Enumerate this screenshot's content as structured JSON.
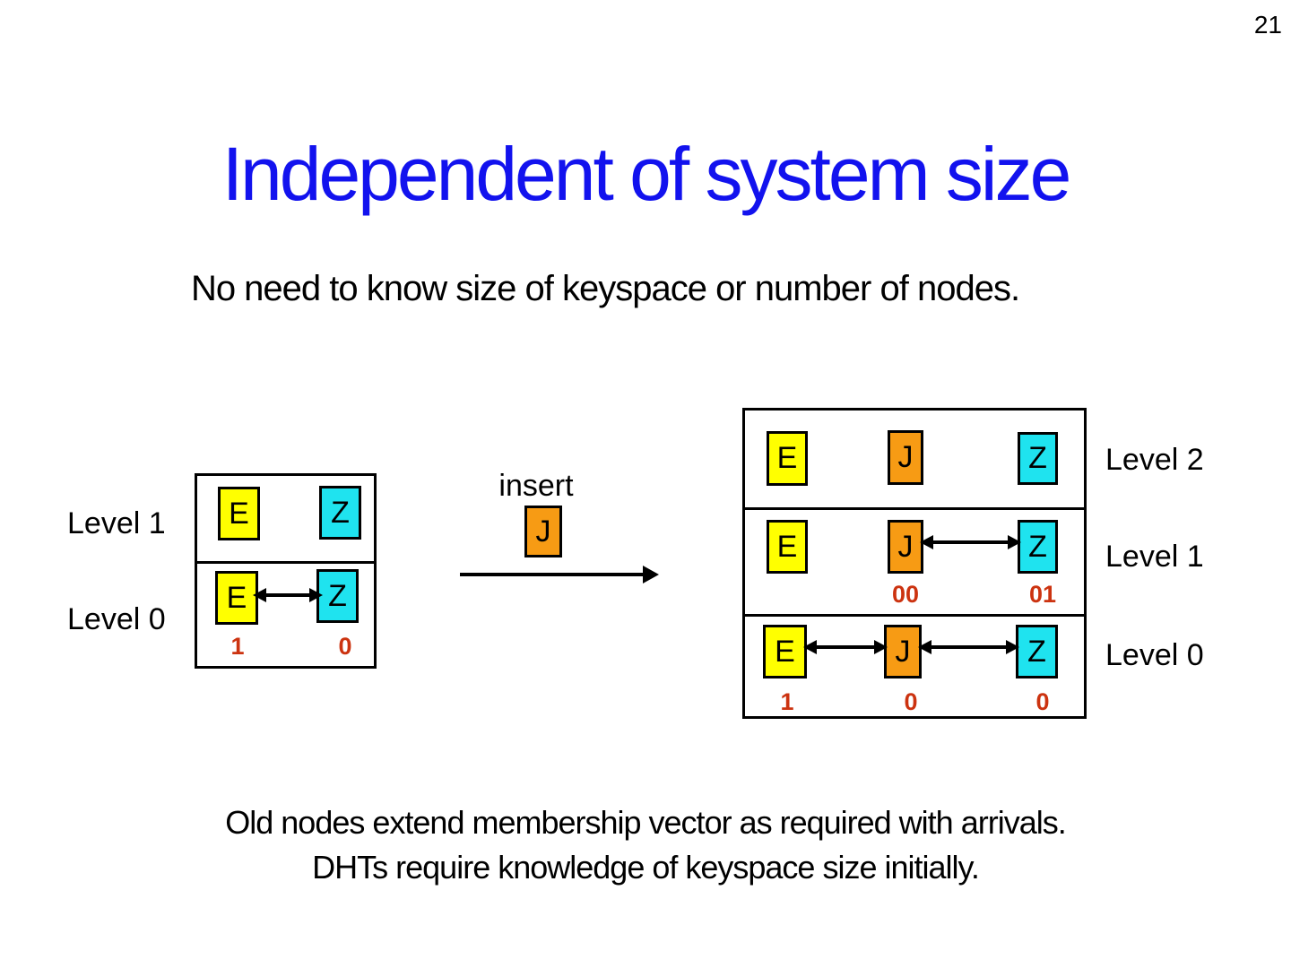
{
  "page": {
    "number": "21"
  },
  "title": "Independent of system size",
  "subtitle": "No need to know size of keyspace or number of nodes.",
  "colors": {
    "title": "#1212EE",
    "node_e": "#FFFF00",
    "node_j": "#F79B14",
    "node_z": "#1FE3EF",
    "digit": "#CC3310"
  },
  "insert": {
    "label": "insert",
    "node": "J"
  },
  "left_diagram": {
    "side_labels": [
      "Level 1",
      "Level 0"
    ],
    "rows": [
      {
        "nodes": [
          "E",
          "Z"
        ]
      },
      {
        "nodes": [
          "E",
          "Z"
        ],
        "digits": [
          "1",
          "0"
        ]
      }
    ]
  },
  "right_diagram": {
    "side_labels": [
      "Level 2",
      "Level 1",
      "Level 0"
    ],
    "rows": [
      {
        "nodes": [
          "E",
          "J",
          "Z"
        ]
      },
      {
        "nodes": [
          "E",
          "J",
          "Z"
        ],
        "digits": [
          "00",
          "01"
        ]
      },
      {
        "nodes": [
          "E",
          "J",
          "Z"
        ],
        "digits": [
          "1",
          "0",
          "0"
        ]
      }
    ]
  },
  "footer": {
    "line1": "Old nodes extend membership vector as required with arrivals.",
    "line2": "DHTs require knowledge of keyspace size initially."
  }
}
